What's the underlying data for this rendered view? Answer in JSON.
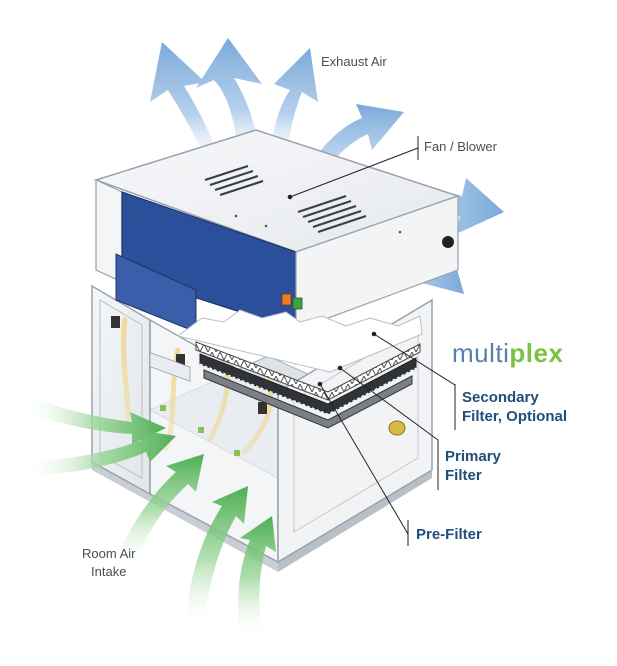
{
  "labels": {
    "exhaust_air": "Exhaust Air",
    "fan_blower": "Fan / Blower",
    "secondary_filter_line1": "Secondary",
    "secondary_filter_line2": "Filter, Optional",
    "primary_filter_line1": "Primary",
    "primary_filter_line2": "Filter",
    "pre_filter": "Pre-Filter",
    "room_air_line1": "Room Air",
    "room_air_line2": "Intake"
  },
  "brand": {
    "part1": "multi",
    "part2": "plex"
  },
  "colors": {
    "exhaust_arrow": "#8fb7e0",
    "intake_arrow": "#58b85a",
    "panel_blue": "#2c4f9c",
    "callout_text": "#1f4e79",
    "brand_green": "#7cc242",
    "brand_blue": "#5a7fa8"
  }
}
